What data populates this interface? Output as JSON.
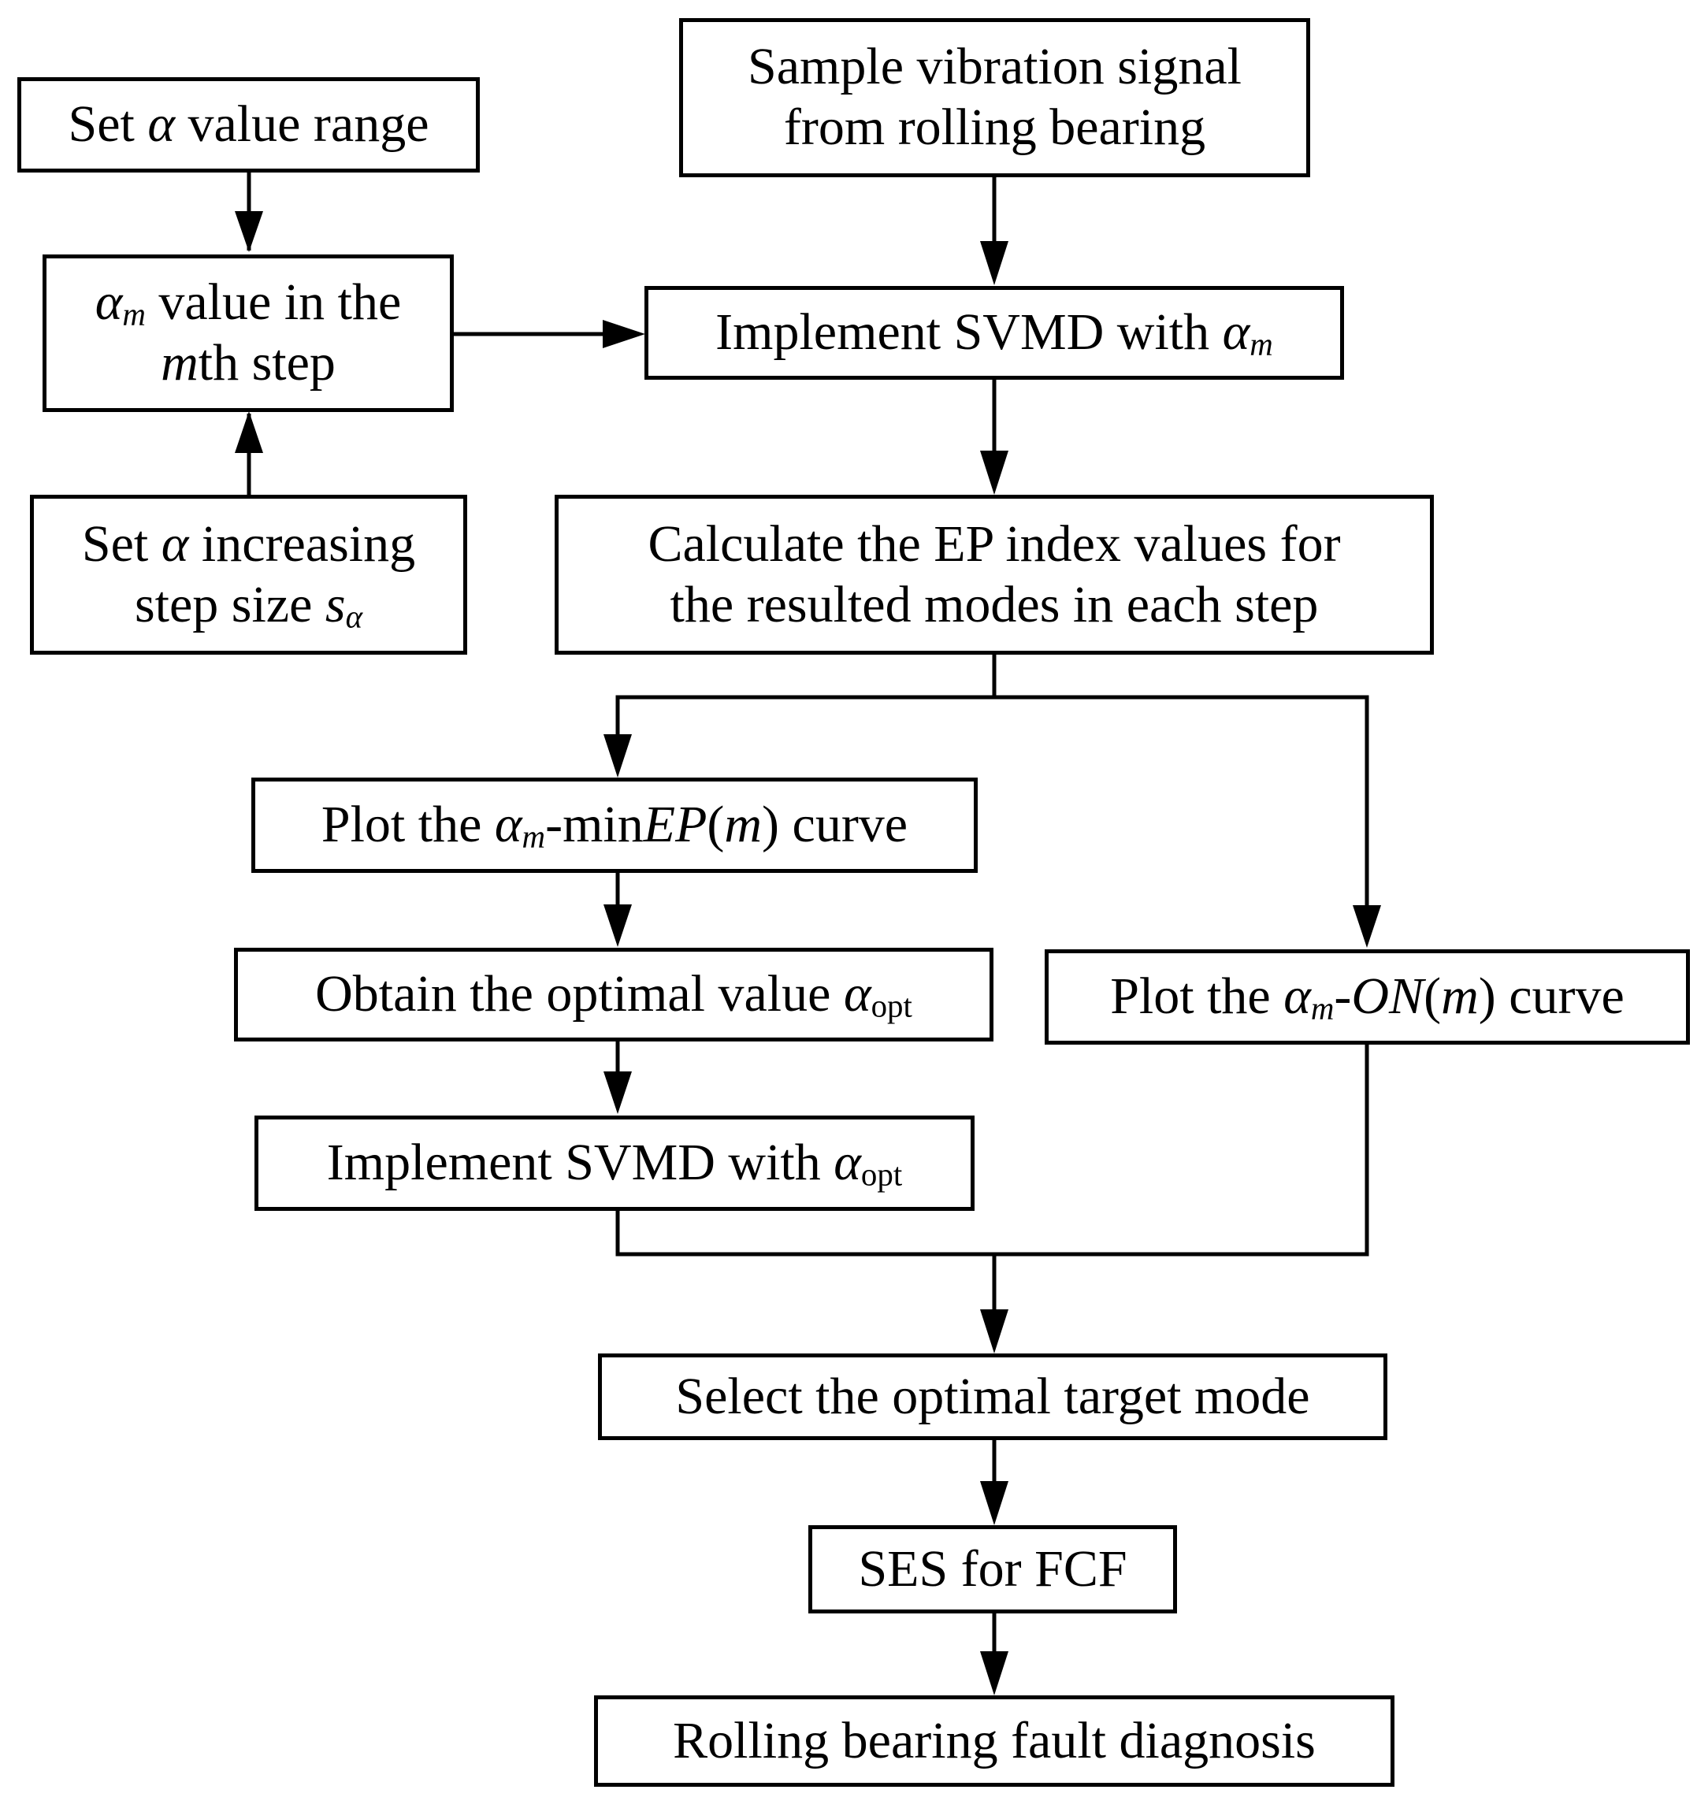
{
  "symbols": {
    "alpha": "α",
    "m": "m",
    "s": "s",
    "opt": "opt",
    "dash": "-",
    "paren_open": "(",
    "paren_close": ")"
  },
  "nodes": {
    "set_range": {
      "pre": "Set",
      "post": "value range"
    },
    "alpha_m_step": {
      "line1": "value in the",
      "line2": "th step"
    },
    "step_size": {
      "line1_pre": "Set",
      "line1_post": "increasing",
      "line2": "step size"
    },
    "sample_signal": {
      "line1": "Sample vibration signal",
      "line2": "from rolling bearing"
    },
    "svmd_alpha_m": {
      "text": "Implement SVMD with"
    },
    "calculate_ep": {
      "line1": "Calculate the EP index values for",
      "line2": "the resulted modes in each step"
    },
    "plot_min_ep": {
      "pre": "Plot the",
      "mid": "-min",
      "ep": "EP",
      "post": "curve"
    },
    "obtain_optimal": {
      "text": "Obtain the optimal value"
    },
    "svmd_alpha_opt": {
      "text": "Implement SVMD with"
    },
    "plot_on": {
      "pre": "Plot the",
      "on": "ON",
      "post": "curve"
    },
    "select_mode": {
      "text": "Select the optimal target mode"
    },
    "ses_fcf": {
      "text": "SES for FCF"
    },
    "diagnosis": {
      "text": "Rolling bearing fault diagnosis"
    }
  }
}
